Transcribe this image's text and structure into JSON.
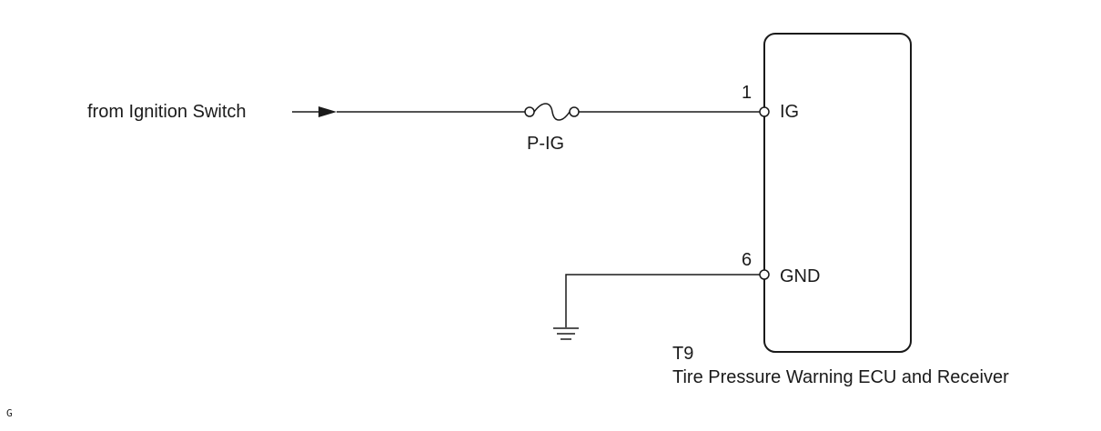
{
  "source": {
    "label": "from Ignition Switch"
  },
  "fuse": {
    "label": "P-IG"
  },
  "ecu": {
    "code": "T9",
    "name": "Tire Pressure Warning ECU and Receiver",
    "pins": [
      {
        "number": "1",
        "label": "IG"
      },
      {
        "number": "6",
        "label": "GND"
      }
    ]
  },
  "corner_mark": "G",
  "colors": {
    "line": "#1a1a1a",
    "background": "#ffffff"
  }
}
